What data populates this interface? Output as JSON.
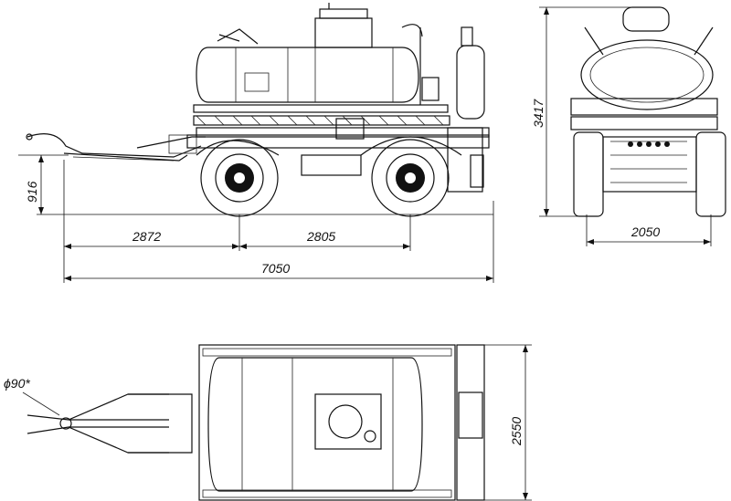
{
  "dimensions": {
    "wheelbase_front": "2872",
    "wheelbase_rear": "2805",
    "overall_length": "7050",
    "drawbar_height": "916",
    "overall_height": "3417",
    "track_width": "2050",
    "overall_width": "2550",
    "hitch_diameter": "ϕ90*"
  }
}
